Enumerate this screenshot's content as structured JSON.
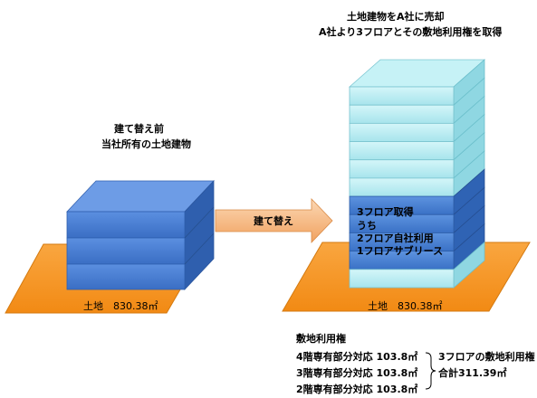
{
  "before": {
    "caption_line1": "建て替え前",
    "caption_line2": "当社所有の土地建物",
    "land_label": "土地　830.38㎡"
  },
  "arrow": {
    "label": "建て替え"
  },
  "after": {
    "caption_line1": "土地建物をA社に売却",
    "caption_line2": "A社より3フロアとその敷地利用権を取得",
    "acquired_floors": [
      "3フロア取得",
      "うち",
      "2フロア自社利用",
      "1フロアサブリース"
    ],
    "land_label": "土地　830.38㎡"
  },
  "site_rights": {
    "heading": "敷地利用権",
    "rows": [
      "4階専有部分対応 103.8㎡",
      "3階専有部分対応 103.8㎡",
      "2階専有部分対応 103.8㎡"
    ],
    "summary_line1": "3フロアの敷地利用権",
    "summary_line2": "合計311.39㎡"
  },
  "colors": {
    "land_orange": "#f7941d",
    "low_rise_blue": "#4a7fd4",
    "tower_light": "#b8eef3",
    "tower_dark": "#3f7dd0",
    "arrow_fill": "#f3b27a"
  }
}
